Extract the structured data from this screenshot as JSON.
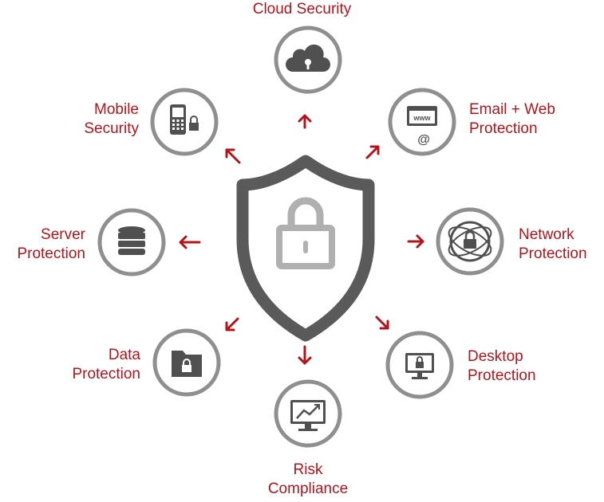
{
  "center": {
    "icon": "shield-lock-icon"
  },
  "nodes": {
    "cloud": {
      "lines": [
        "Cloud Security"
      ],
      "icon": "cloud-lock-icon"
    },
    "email": {
      "lines": [
        "Email + Web",
        "Protection"
      ],
      "icon": "browser-at-icon"
    },
    "network": {
      "lines": [
        "Network",
        "Protection"
      ],
      "icon": "network-globe-lock-icon"
    },
    "desktop": {
      "lines": [
        "Desktop",
        "Protection"
      ],
      "icon": "monitor-lock-icon"
    },
    "risk": {
      "lines": [
        "Risk",
        "Compliance"
      ],
      "icon": "chart-monitor-icon"
    },
    "data": {
      "lines": [
        "Data",
        "Protection"
      ],
      "icon": "folder-lock-icon"
    },
    "server": {
      "lines": [
        "Server",
        "Protection"
      ],
      "icon": "database-icon"
    },
    "mobile": {
      "lines": [
        "Mobile",
        "Security"
      ],
      "icon": "phone-lock-icon"
    }
  },
  "colors": {
    "accent": "#b3141b",
    "ring": "#8f8f8f",
    "icon": "#505050",
    "shield": "#5a5a5a",
    "lock": "#b0b0b0"
  }
}
